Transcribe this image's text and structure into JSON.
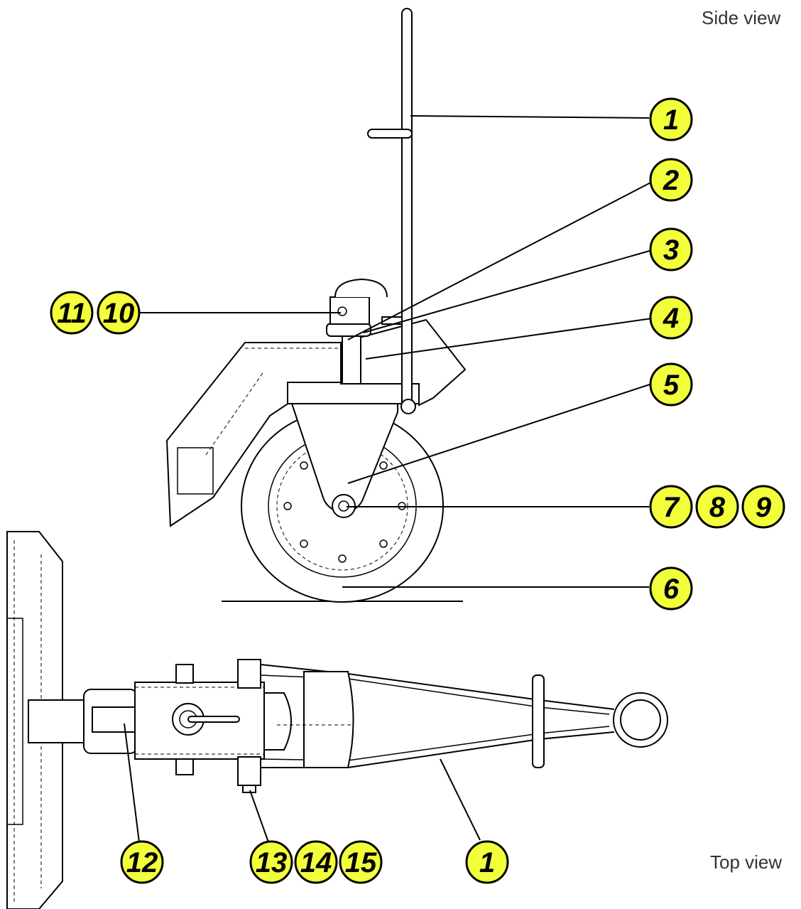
{
  "views": {
    "side_label": "Side view",
    "top_label": "Top view"
  },
  "callouts": [
    {
      "text": "1"
    },
    {
      "text": "2"
    },
    {
      "text": "3"
    },
    {
      "text": "4"
    },
    {
      "text": "5"
    },
    {
      "text": "7"
    },
    {
      "text": "8"
    },
    {
      "text": "9"
    },
    {
      "text": "6"
    },
    {
      "text": "11"
    },
    {
      "text": "10"
    },
    {
      "text": "12"
    },
    {
      "text": "13"
    },
    {
      "text": "14"
    },
    {
      "text": "15"
    },
    {
      "text": "1"
    }
  ],
  "colors": {
    "callout_fill": "#f2ff3a",
    "line": "#000000",
    "text": "#333333"
  }
}
